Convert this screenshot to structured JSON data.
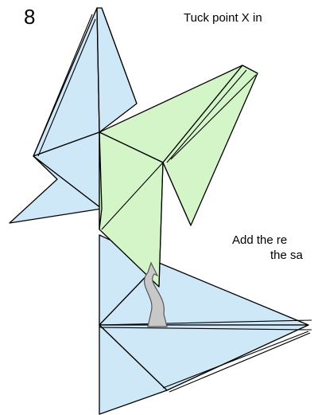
{
  "step": {
    "number": "8"
  },
  "instructions": {
    "top": "Tuck point X in",
    "middle_line1": "Add the re",
    "middle_line2": "the sa"
  },
  "colors": {
    "unit_blue": "#cfe8f8",
    "unit_green": "#d4f5c8",
    "outline": "#000000",
    "arrow_fill": "#c8c8c8",
    "arrow_stroke": "#555555"
  }
}
